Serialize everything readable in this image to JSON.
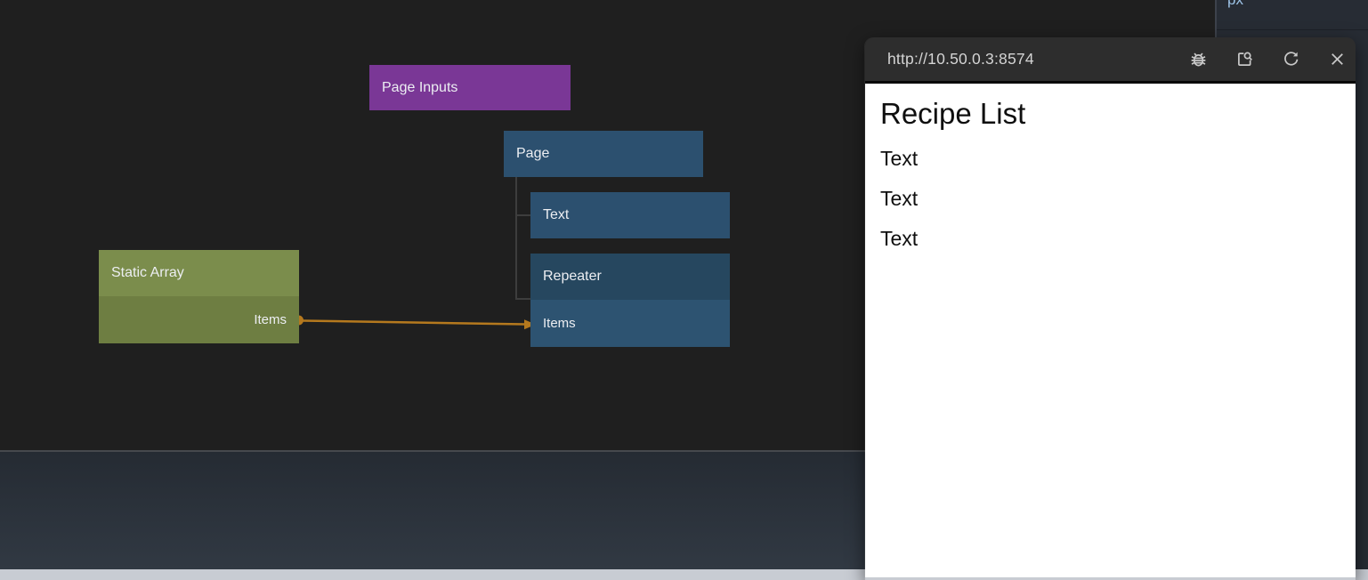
{
  "editor": {
    "canvas_color": "#1f1f1f",
    "nodes": {
      "page_inputs": {
        "label": "Page Inputs",
        "color": "#7a3796"
      },
      "page": {
        "label": "Page",
        "color": "#2c506f"
      },
      "text": {
        "label": "Text",
        "color": "#2c506f"
      },
      "repeater": {
        "label": "Repeater",
        "port_label": "Items",
        "header_color": "#26475f",
        "port_row_color": "#2d5371"
      },
      "static_array": {
        "label": "Static Array",
        "port_label": "Items",
        "header_color": "#7b8d4c",
        "port_row_color": "#6e7e42"
      }
    },
    "connection": {
      "from": "static-array-items",
      "to": "repeater-items",
      "color": "#b5791e"
    }
  },
  "right_panel": {
    "partial_text": "px",
    "text_color": "#9dc3e6"
  },
  "preview_window": {
    "url": "http://10.50.0.3:8574",
    "toolbar_icons": [
      "bug-icon",
      "open-in-new-window-icon",
      "refresh-icon",
      "close-icon"
    ],
    "content": {
      "title": "Recipe List",
      "items": [
        "Text",
        "Text",
        "Text"
      ]
    }
  }
}
